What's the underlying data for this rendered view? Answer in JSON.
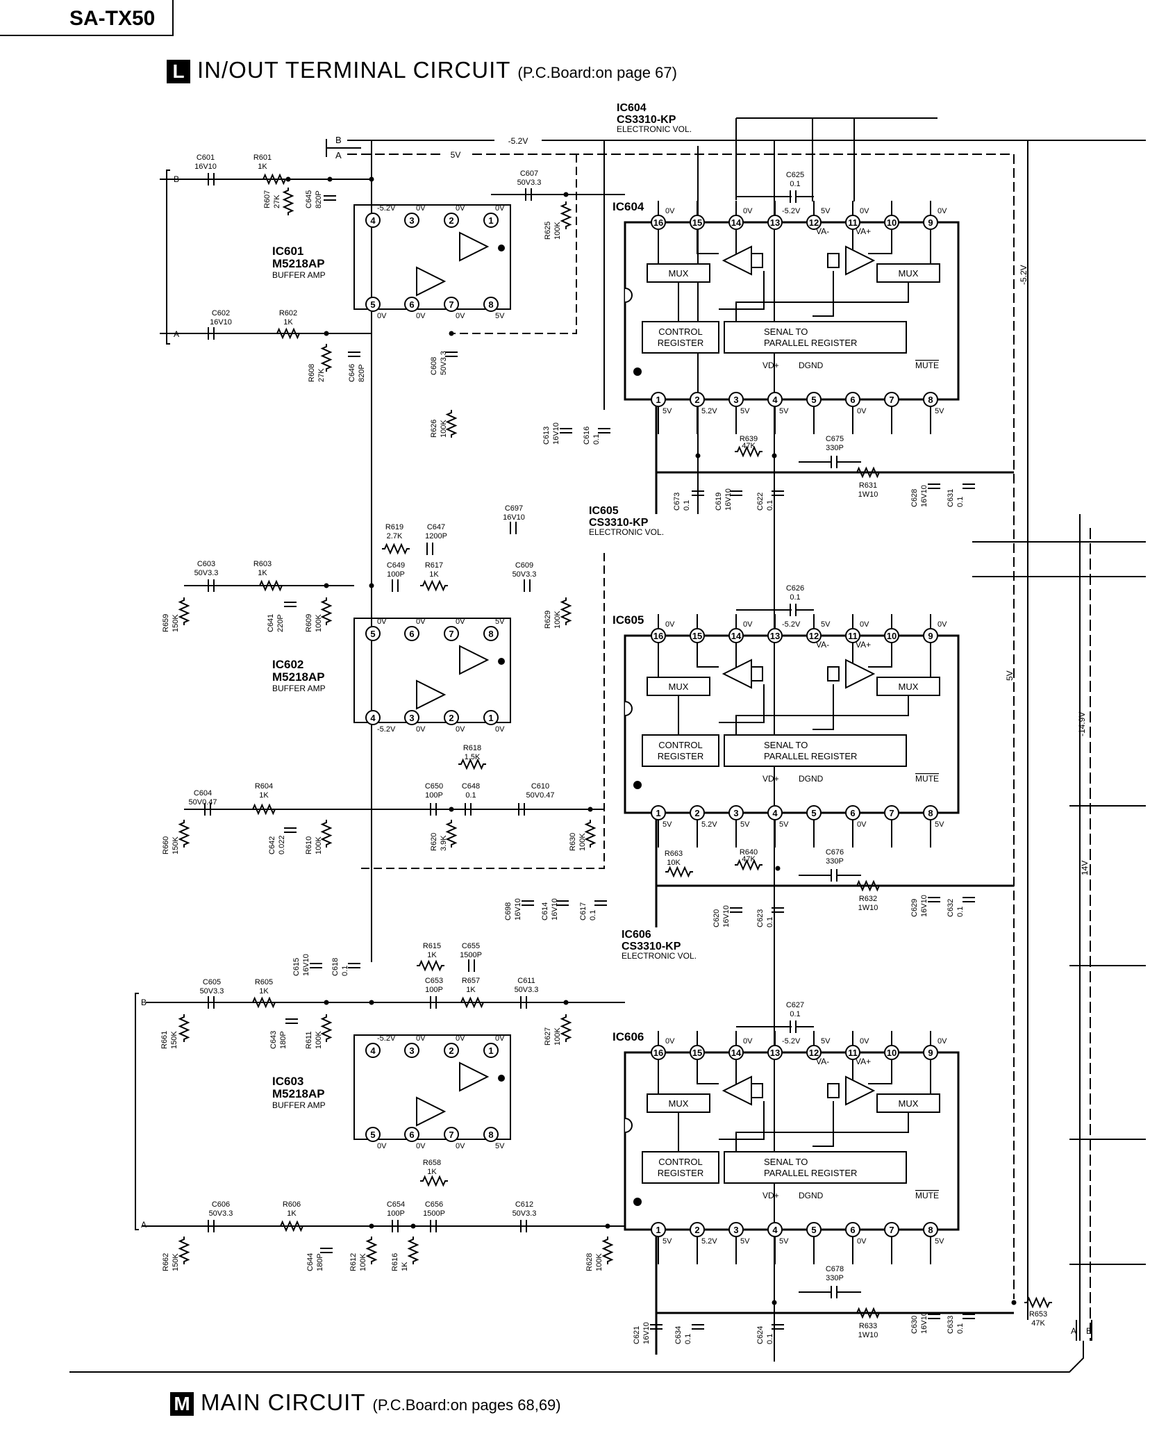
{
  "model": "SA-TX50",
  "section_l": {
    "badge": "L",
    "title": "IN/OUT  TERMINAL  CIRCUIT",
    "ref": "(P.C.Board:on page 67)"
  },
  "section_m": {
    "badge": "M",
    "title": "MAIN  CIRCUIT",
    "ref": "(P.C.Board:on pages 68,69)"
  },
  "bus": {
    "b": "B",
    "a": "A",
    "neg": "-5.2V",
    "pos": "5V",
    "vneg_side": "-5.2V",
    "vpos_side": "5V",
    "v149": "-14.9V",
    "v14": "14V"
  },
  "bufs": [
    {
      "ref": "IC601",
      "part": "M5218AP",
      "func": "BUFFER AMP"
    },
    {
      "ref": "IC602",
      "part": "M5218AP",
      "func": "BUFFER AMP"
    },
    {
      "ref": "IC603",
      "part": "M5218AP",
      "func": "BUFFER AMP"
    }
  ],
  "vols": [
    {
      "ref": "IC604",
      "part": "CS3310-KP",
      "func": "ELECTRONIC VOL.",
      "cap_top": "C625",
      "cap_top_v": "0.1",
      "r_mid": "R639",
      "r_mid_v": "47K",
      "c_mid": "C675",
      "c_mid_v": "330P",
      "r_bot": "R631",
      "r_bot_v": "1W10"
    },
    {
      "ref": "IC605",
      "part": "CS3310-KP",
      "func": "ELECTRONIC VOL.",
      "cap_top": "C626",
      "cap_top_v": "0.1",
      "r_mid": "R640",
      "r_mid_v": "47K",
      "c_mid": "C676",
      "c_mid_v": "330P",
      "r_bot": "R632",
      "r_bot_v": "1W10"
    },
    {
      "ref": "IC606",
      "part": "CS3310-KP",
      "func": "ELECTRONIC VOL.",
      "cap_top": "C627",
      "cap_top_v": "0.1",
      "r_mid": "",
      "r_mid_v": "",
      "c_mid": "C678",
      "c_mid_v": "330P",
      "r_bot": "R633",
      "r_bot_v": "1W10"
    }
  ],
  "ic_blocks": {
    "mux": "MUX",
    "control": "CONTROL",
    "register": "REGISTER",
    "serial": "SENAL TO",
    "parallel": "PARALLEL REGISTER",
    "vd": "VD+",
    "dgnd": "DGND",
    "mute": "MUTE",
    "vam": "VA-",
    "vap": "VA+"
  },
  "pin_volts": {
    "top": [
      "0V",
      "",
      "0V",
      "-5.2V",
      "5V",
      "0V",
      "",
      "0V"
    ],
    "bot": [
      "5V",
      "5.2V",
      "5V",
      "5V",
      "",
      "0V",
      "",
      "5V"
    ]
  },
  "buf_volts": {
    "a": [
      "-5.2V",
      "0V",
      "0V",
      "0V"
    ],
    "b": [
      "0V",
      "0V",
      "0V",
      "5V"
    ]
  },
  "parts": {
    "c601": "C601",
    "c601v": "16V10",
    "r601": "R601",
    "r601v": "1K",
    "r607": "R607",
    "r607v": "27K",
    "c645": "C645",
    "c645v": "820P",
    "c602": "C602",
    "c602v": "16V10",
    "r602": "R602",
    "r602v": "1K",
    "r608": "R608",
    "r608v": "27K",
    "c646": "C646",
    "c646v": "820P",
    "c607": "C607",
    "c607v": "50V3.3",
    "r625": "R625",
    "r625v": "100K",
    "c608": "C608",
    "c608v": "50V3.3",
    "r626": "R626",
    "r626v": "100K",
    "c613": "C613",
    "c613v": "16V10",
    "c616": "C616",
    "c616v": "0.1",
    "c673": "C673",
    "c673v": "0.1",
    "c619": "C619",
    "c619v": "16V10",
    "c622": "C622",
    "c622v": "0.1",
    "c628": "C628",
    "c628v": "16V10",
    "c631": "C631",
    "c631v": "0.1",
    "r619": "R619",
    "r619v": "2.7K",
    "c647": "C647",
    "c647v": "1200P",
    "c697": "C697",
    "c697v": "16V10",
    "c603": "C603",
    "c603v": "50V3.3",
    "r603": "R603",
    "r603v": "1K",
    "c649": "C649",
    "c649v": "100P",
    "r617": "R617",
    "r617v": "1K",
    "c609": "C609",
    "c609v": "50V3.3",
    "r659": "R659",
    "r659v": "150K",
    "c641": "C641",
    "c641v": "220P",
    "r609": "R609",
    "r609v": "100K",
    "r629": "R629",
    "r629v": "100K",
    "r618": "R618",
    "r618v": "1.5K",
    "c650": "C650",
    "c650v": "100P",
    "c648": "C648",
    "c648v": "0.1",
    "c610": "C610",
    "c610v": "50V0.47",
    "c604": "C604",
    "c604v": "50V0.47",
    "r604": "R604",
    "r604v": "1K",
    "r660": "R660",
    "r660v": "150K",
    "c642": "C642",
    "c642v": "0.022",
    "r610": "R610",
    "r610v": "100K",
    "r620": "R620",
    "r620v": "3.9K",
    "r630": "R630",
    "r630v": "100K",
    "c698": "C698",
    "c698v": "16V10",
    "c614": "C614",
    "c614v": "16V10",
    "c617": "C617",
    "c617v": "0.1",
    "r663": "R663",
    "r663v": "10K",
    "c620": "C620",
    "c620v": "16V10",
    "c623": "C623",
    "c623v": "0.1",
    "c629": "C629",
    "c629v": "16V10",
    "c632": "C632",
    "c632v": "0.1",
    "c615": "C615",
    "c615v": "16V10",
    "c618": "C618",
    "c618v": "0.1",
    "r615": "R615",
    "r615v": "1K",
    "c655": "C655",
    "c655v": "1500P",
    "c605": "C605",
    "c605v": "50V3.3",
    "r605": "R605",
    "r605v": "1K",
    "c653": "C653",
    "c653v": "100P",
    "r657": "R657",
    "r657v": "1K",
    "c611": "C611",
    "c611v": "50V3.3",
    "r661": "R661",
    "r661v": "150K",
    "c643": "C643",
    "c643v": "180P",
    "r611": "R611",
    "r611v": "100K",
    "r627": "R627",
    "r627v": "100K",
    "r658": "R658",
    "r658v": "1K",
    "c654": "C654",
    "c654v": "100P",
    "c656": "C656",
    "c656v": "1500P",
    "c612": "C612",
    "c612v": "50V3.3",
    "c606": "C606",
    "c606v": "50V3.3",
    "r606": "R606",
    "r606v": "1K",
    "r662": "R662",
    "r662v": "150K",
    "c644": "C644",
    "c644v": "180P",
    "r612": "R612",
    "r612v": "100K",
    "r616": "R616",
    "r616v": "1K",
    "r628": "R628",
    "r628v": "100K",
    "c621": "C621",
    "c621v": "16V10",
    "c634": "C634",
    "c634v": "0.1",
    "c624": "C624",
    "c624v": "0.1",
    "c630": "C630",
    "c630v": "16V10",
    "c633": "C633",
    "c633v": "0.1",
    "r653": "R653",
    "r653v": "47K"
  },
  "colors": {
    "ink": "#000000",
    "paper": "#ffffff"
  }
}
